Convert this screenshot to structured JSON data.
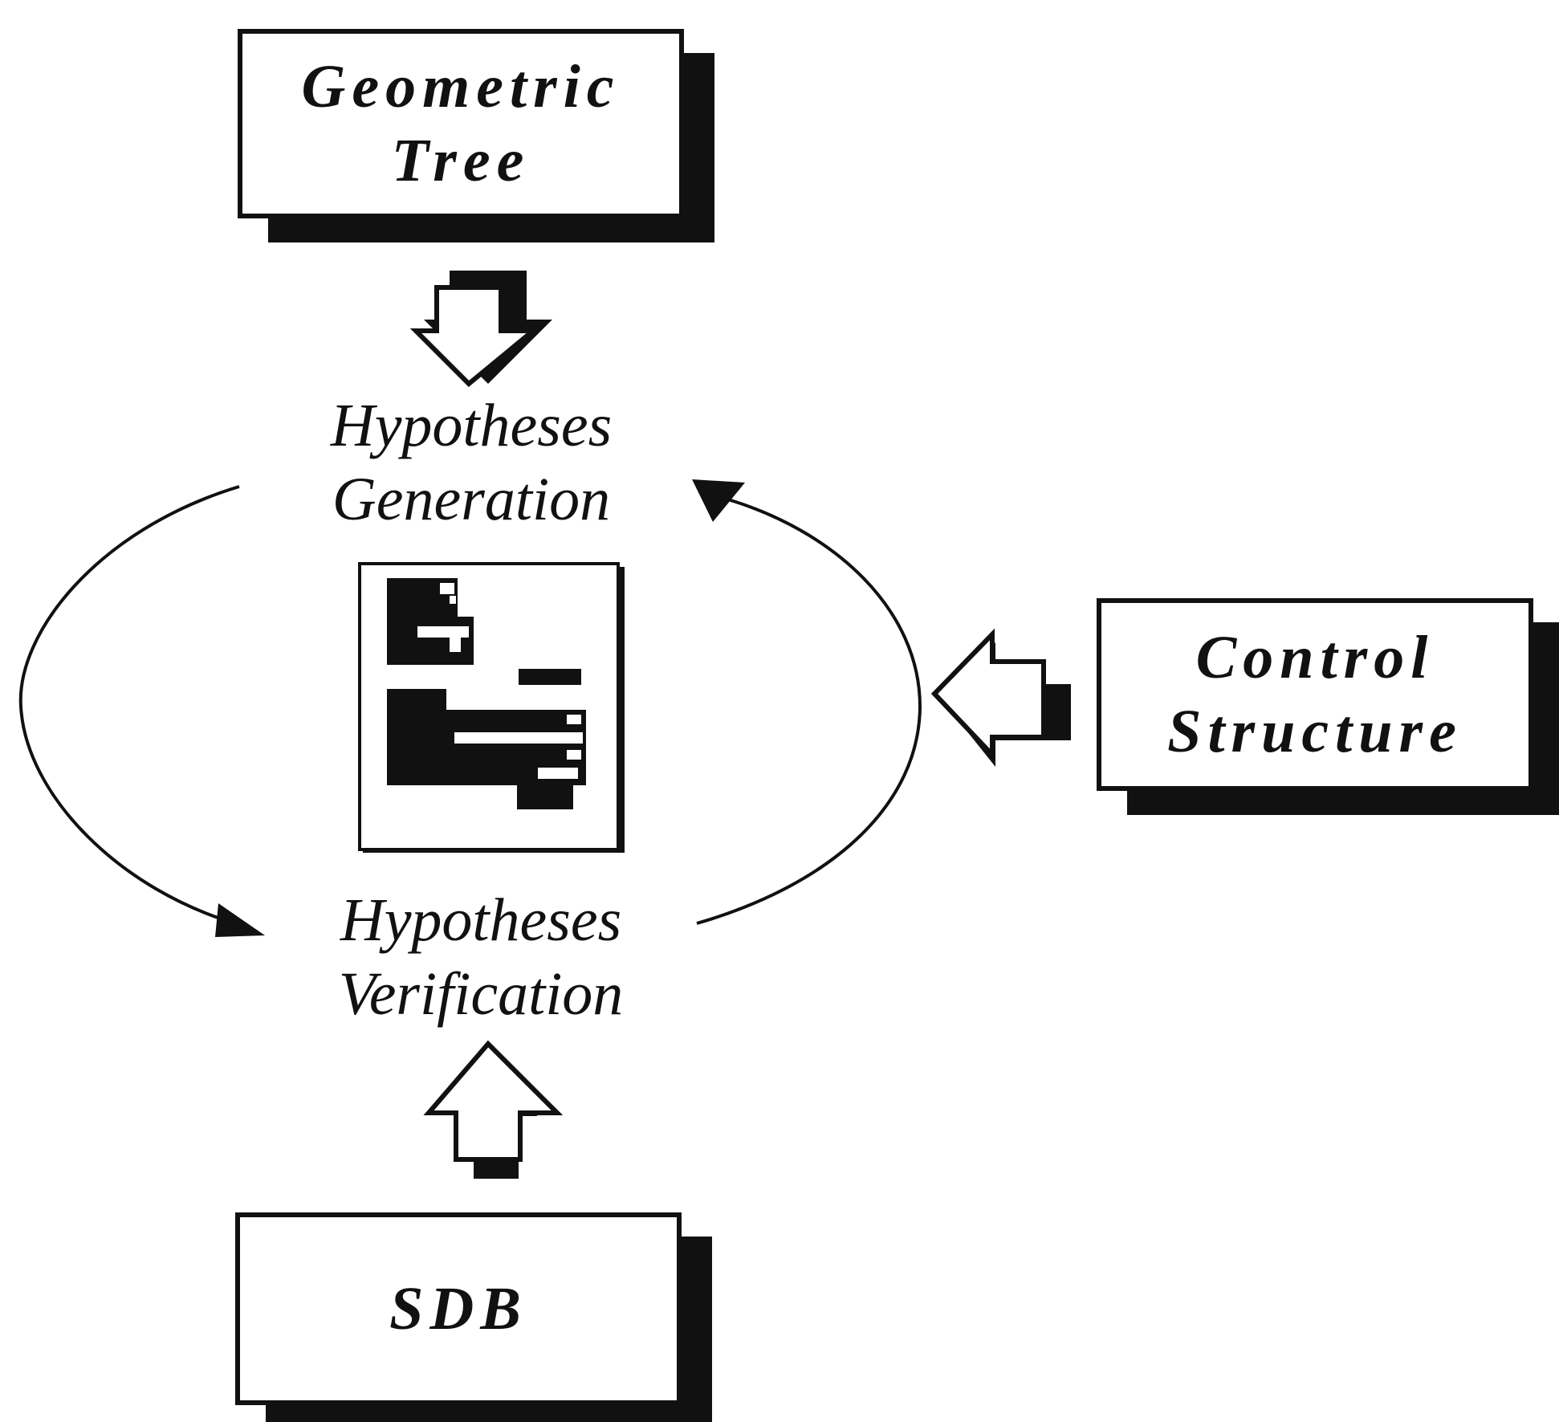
{
  "diagram": {
    "nodes": {
      "geometric_tree": {
        "line1": "Geometric",
        "line2": "Tree"
      },
      "control_structure": {
        "line1": "Control",
        "line2": "Structure"
      },
      "sdb": {
        "line1": "SDB"
      }
    },
    "stages": {
      "generation": {
        "line1": "Hypotheses",
        "line2": "Generation"
      },
      "verification": {
        "line1": "Hypotheses",
        "line2": "Verification"
      }
    },
    "edges": [
      {
        "from": "Geometric Tree",
        "to": "Hypotheses Generation"
      },
      {
        "from": "SDB",
        "to": "Hypotheses Verification"
      },
      {
        "from": "Control Structure",
        "to": "cycle"
      },
      {
        "from": "Hypotheses Generation",
        "to": "Hypotheses Verification"
      },
      {
        "from": "Hypotheses Verification",
        "to": "Hypotheses Generation"
      }
    ],
    "colors": {
      "ink": "#111111",
      "paper": "#ffffff"
    }
  }
}
